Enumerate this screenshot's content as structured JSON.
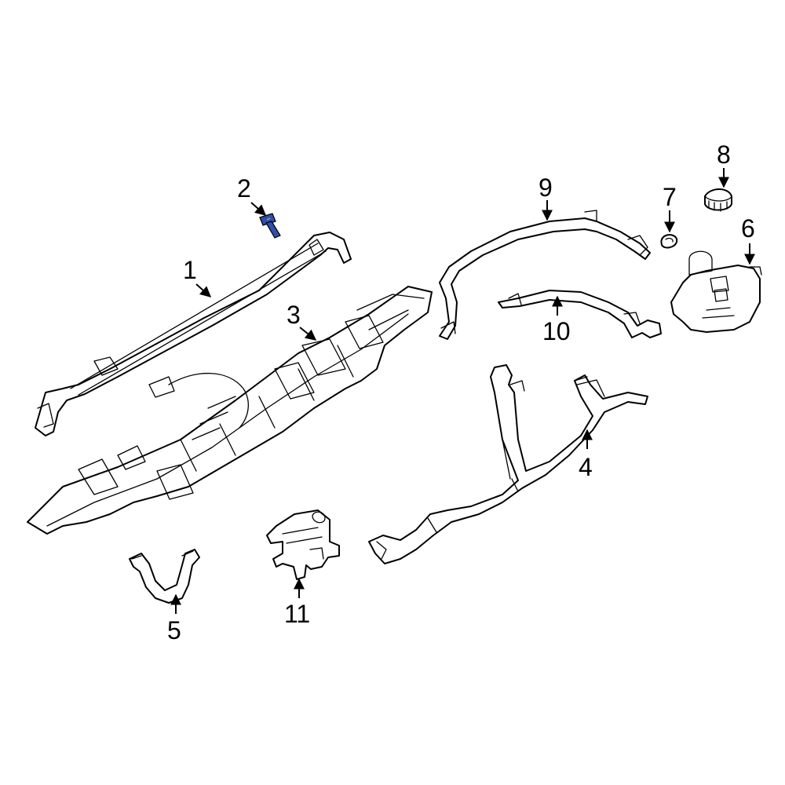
{
  "diagram": {
    "callouts": [
      "1",
      "2",
      "3",
      "4",
      "5",
      "6",
      "7",
      "8",
      "9",
      "10",
      "11"
    ],
    "colors": {
      "line": "#000000",
      "background": "#ffffff",
      "highlight": "#2f4fa8"
    }
  }
}
